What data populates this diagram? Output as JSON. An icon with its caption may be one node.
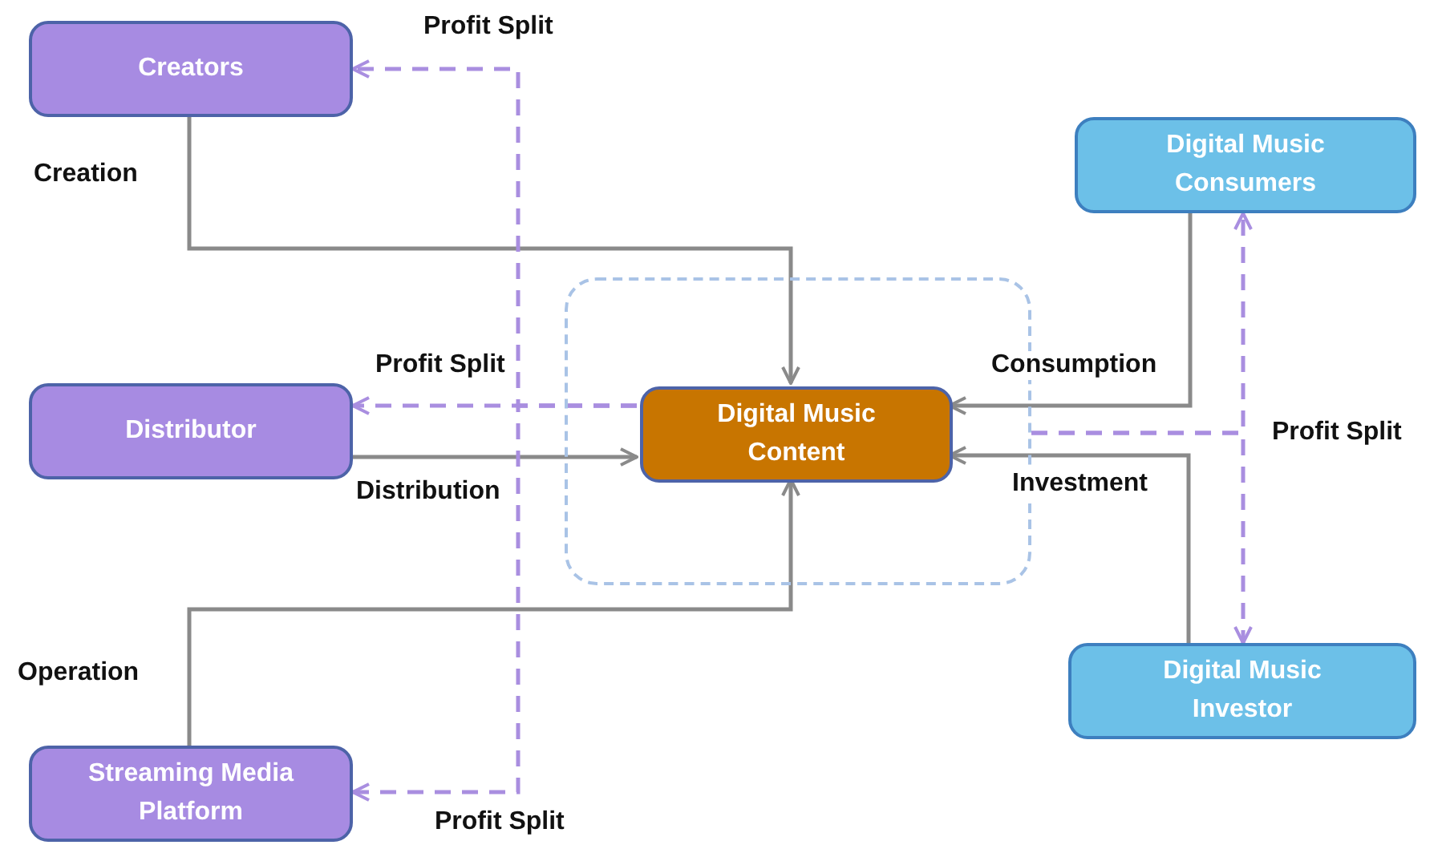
{
  "diagram": {
    "nodes": [
      {
        "text": [],
        "shape": "box"
      },
      {
        "text": [
          "Digital Music Content"
        ],
        "in": 0
      },
      {
        "text": [
          "Creators"
        ]
      },
      {
        "text": [
          "Distributor"
        ]
      },
      {
        "text": [
          "Streaming Media Platform"
        ]
      },
      {
        "text": [
          "Digital Music Consumers"
        ]
      },
      {
        "text": [
          "Digital Music Investor"
        ]
      }
    ],
    "edges": [
      {
        "from": 2,
        "to": 1,
        "arrow": "to",
        "label": "Creation"
      },
      {
        "from": 3,
        "to": 1,
        "arrow": "to",
        "label": "Distribution"
      },
      {
        "from": 4,
        "to": 1,
        "arrow": "to",
        "label": "Operation"
      },
      {
        "from": 5,
        "to": 1,
        "arrow": "to",
        "label": "Consumption"
      },
      {
        "from": 6,
        "to": 1,
        "arrow": "to",
        "label": "Investment"
      },
      {
        "from": 1,
        "to": 2,
        "arrow": "to",
        "label": "Profit Split",
        "style": "dashed",
        "color": "#a98ee0"
      },
      {
        "from": 1,
        "to": 3,
        "arrow": "to",
        "label": "Profit Split",
        "style": "dashed",
        "color": "#a98ee0"
      },
      {
        "from": 1,
        "to": 4,
        "arrow": "to",
        "label": "Profit Split",
        "style": "dashed",
        "color": "#a98ee0"
      },
      {
        "from": 0,
        "to": 5,
        "arrow": "to",
        "label": "Profit Split",
        "style": "dashed",
        "color": "#a98ee0"
      },
      {
        "from": 0,
        "to": 6,
        "arrow": "to",
        "style": "dashed",
        "color": "#a98ee0"
      }
    ]
  }
}
